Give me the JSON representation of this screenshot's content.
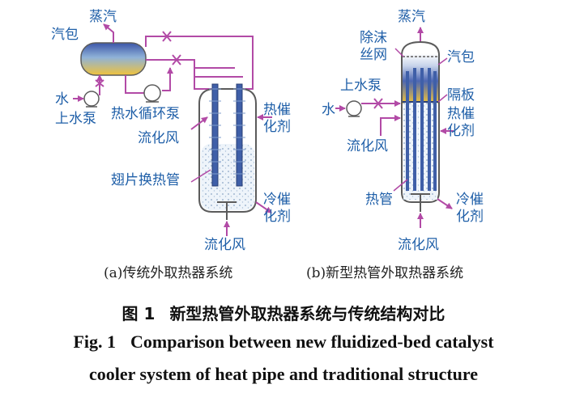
{
  "figure_a": {
    "steam": "蒸汽",
    "drum": "汽包",
    "water": "水",
    "feed_pump": "上水泵",
    "circulation_pump": "热水循环泵",
    "fluidizing_air_side": "流化风",
    "hot_catalyst": "热催化剂",
    "finned_tube": "翅片换热管",
    "cold_catalyst": "冷催化剂",
    "fluidizing_air_bottom": "流化风",
    "subcaption": "(a)传统外取热器系统"
  },
  "figure_b": {
    "steam": "蒸汽",
    "demister": "除沫丝网",
    "drum": "汽包",
    "feed_pump": "上水泵",
    "water": "水",
    "baffle": "隔板",
    "hot_catalyst": "热催化剂",
    "fluidizing_air_side": "流化风",
    "heat_pipe": "热管",
    "cold_catalyst": "冷催化剂",
    "fluidizing_air_bottom": "流化风",
    "subcaption": "(b)新型热管外取热器系统"
  },
  "caption": {
    "cn_label": "图 1",
    "cn_text": "新型热管外取热器系统与传统结构对比",
    "en_label": "Fig. 1",
    "en_line1": "Comparison between new fluidized-bed catalyst",
    "en_line2": "cooler system of heat pipe and traditional structure"
  },
  "colors": {
    "label": "#1f5fa8",
    "arrow": "#b24aa6",
    "vessel_outline": "#5b5b5b",
    "tube": "#3f5fa8",
    "drum_top": "#3b55a8",
    "drum_bottom": "#f0c33b"
  }
}
